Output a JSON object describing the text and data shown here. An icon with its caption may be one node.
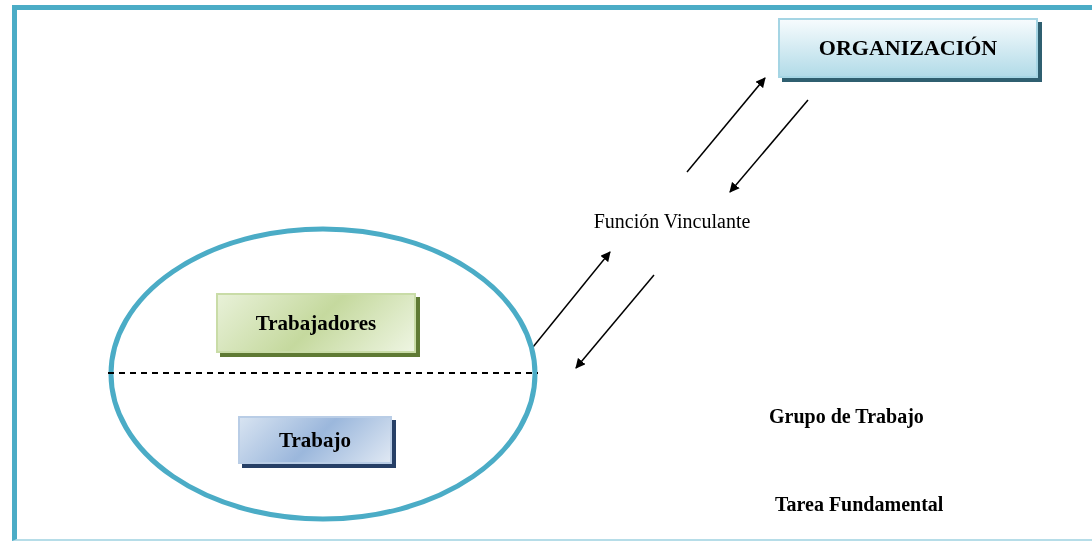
{
  "diagram": {
    "nodes": [
      {
        "text": [
          "ORGANIZACIÓN"
        ]
      },
      {
        "text": [
          "Función Vinculante"
        ]
      },
      {
        "text": [],
        "shape": "circle"
      },
      {
        "text": [
          "Trabajadores"
        ],
        "in": 2
      },
      {
        "text": [
          "Trabajo"
        ],
        "in": 2
      }
    ],
    "edges": [
      {
        "from": 1,
        "to": 0,
        "arrow": "to"
      },
      {
        "from": 0,
        "to": 1,
        "arrow": "to"
      },
      {
        "from": 2,
        "to": 1,
        "arrow": "to"
      },
      {
        "from": 1,
        "to": null,
        "arrow": "to"
      }
    ],
    "labels": [
      "Grupo de Trabajo",
      "Tarea Fundamental"
    ]
  }
}
